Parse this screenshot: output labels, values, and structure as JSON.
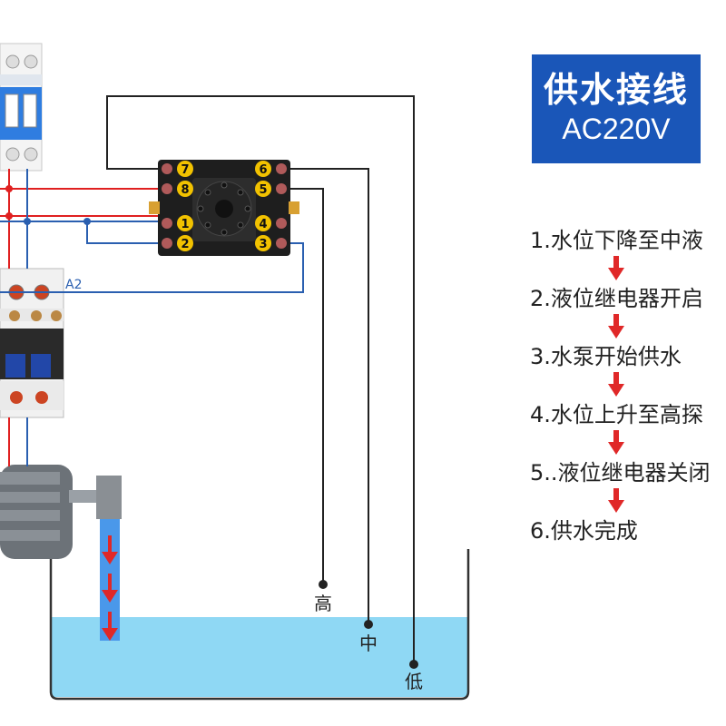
{
  "title": {
    "main": "供水接线",
    "sub": "AC220V"
  },
  "steps": [
    "1.水位下降至中液",
    "2.液位继电器开启",
    "3.水泵开始供水",
    "4.水位上升至高探",
    "5..液位继电器关闭",
    "6.供水完成"
  ],
  "relay": {
    "left_terminals": [
      "7",
      "8",
      "1",
      "2"
    ],
    "right_terminals": [
      "6",
      "5",
      "4",
      "3"
    ]
  },
  "contactor": {
    "coil_label": "A2"
  },
  "probes": {
    "high": "高",
    "mid": "中",
    "low": "低"
  },
  "colors": {
    "title_bg": "#1a56b8",
    "water": "#7fd3f2",
    "wire_red": "#e02020",
    "wire_blue": "#2a5fb0",
    "arrow_red": "#e02828",
    "terminal_yellow": "#f2c200"
  }
}
